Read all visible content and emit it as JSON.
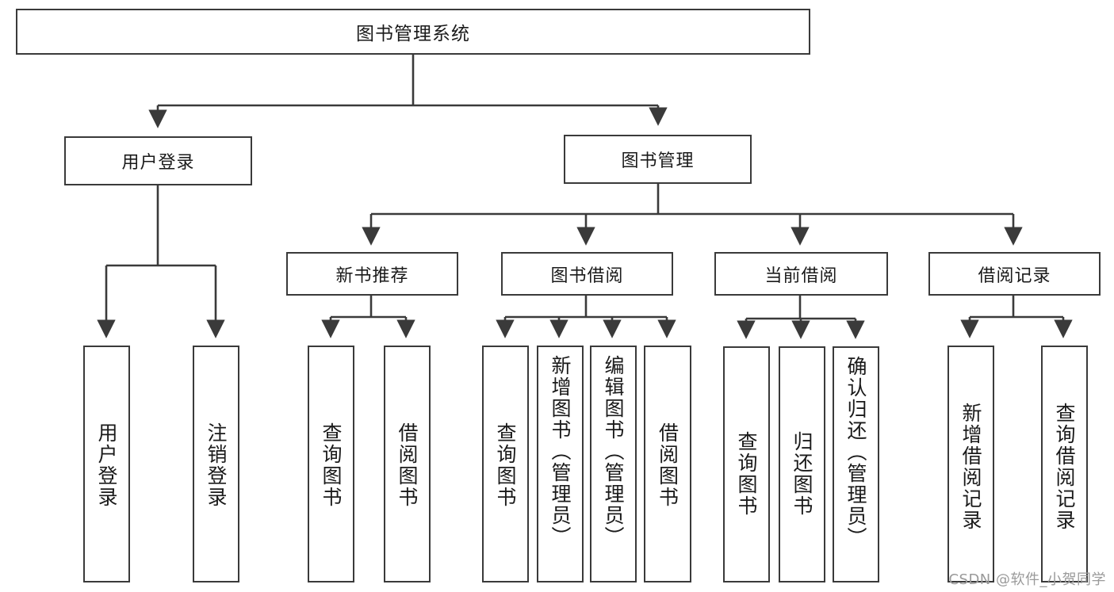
{
  "diagram": {
    "type": "tree-hierarchy",
    "title": "图书管理系统",
    "colors": {
      "box_border": "#3a3a3a",
      "box_fill": "#ffffff",
      "connector": "#3a3a3a",
      "text": "#1a1a1a",
      "watermark": "#9a9a9a",
      "background": "#ffffff"
    },
    "watermark": "CSDN @软件_小贺同学",
    "nodes": {
      "root": {
        "label": "图书管理系统"
      },
      "level1": [
        {
          "label": "用户登录"
        },
        {
          "label": "图书管理"
        }
      ],
      "level2": [
        {
          "label": "新书推荐"
        },
        {
          "label": "图书借阅"
        },
        {
          "label": "当前借阅"
        },
        {
          "label": "借阅记录"
        }
      ],
      "leaves": {
        "user_login": [
          {
            "label": "用户登录"
          },
          {
            "label": "注销登录"
          }
        ],
        "new_book_recommend": [
          {
            "label": "查询图书"
          },
          {
            "label": "借阅图书"
          }
        ],
        "book_borrow": [
          {
            "label": "查询图书"
          },
          {
            "label": "新增图书（管理员）"
          },
          {
            "label": "编辑图书（管理员）"
          },
          {
            "label": "借阅图书"
          }
        ],
        "current_borrow": [
          {
            "label": "查询图书"
          },
          {
            "label": "归还图书"
          },
          {
            "label": "确认归还（管理员）"
          }
        ],
        "borrow_record": [
          {
            "label": "新增借阅记录"
          },
          {
            "label": "查询借阅记录"
          }
        ]
      }
    }
  }
}
